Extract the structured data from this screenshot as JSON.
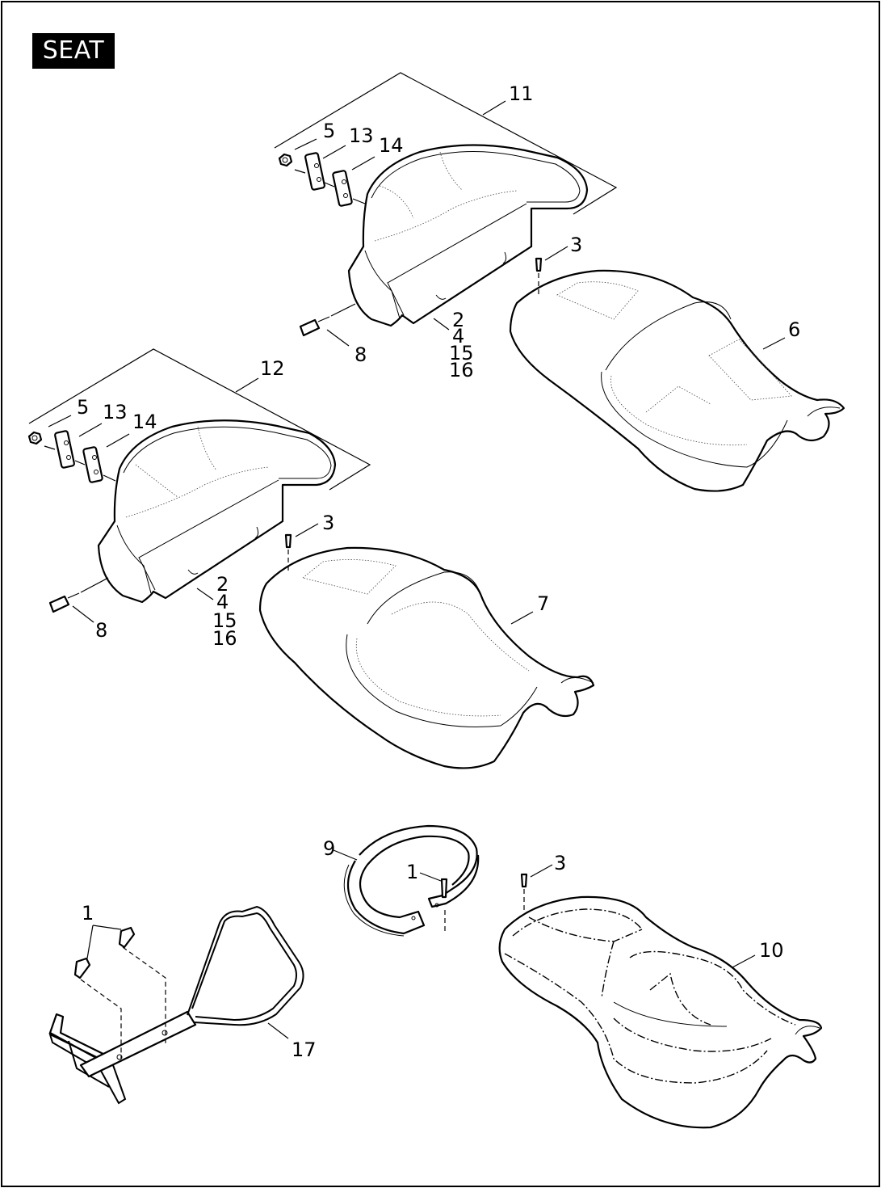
{
  "title": "SEAT",
  "callouts": {
    "c11": "11",
    "c12": "12",
    "c5a": "5",
    "c13a": "13",
    "c14a": "14",
    "c5b": "5",
    "c13b": "13",
    "c14b": "14",
    "c3a": "3",
    "c3b": "3",
    "c3c": "3",
    "c6": "6",
    "c7": "7",
    "c8a": "8",
    "c8b": "8",
    "c2a": "2",
    "c4a": "4",
    "c15a": "15",
    "c16a": "16",
    "c2b": "2",
    "c4b": "4",
    "c15b": "15",
    "c16b": "16",
    "c9": "9",
    "c1a": "1",
    "c1b": "1",
    "c10": "10",
    "c17": "17"
  }
}
